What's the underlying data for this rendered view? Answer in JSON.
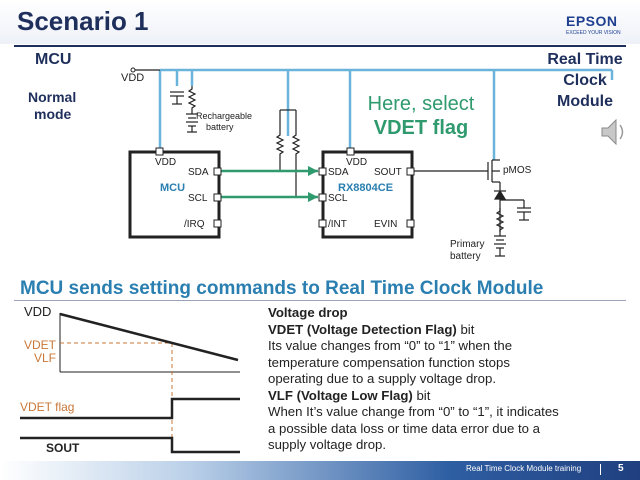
{
  "slide": {
    "title": "Scenario 1",
    "brand": "EPSON",
    "tagline": "EXCEED YOUR VISION"
  },
  "circuit": {
    "mcu_heading": "MCU",
    "mode_line1": "Normal",
    "mode_line2": "mode",
    "rtc_line1": "Real Time",
    "rtc_line2": "Clock",
    "rtc_line3": "Module",
    "vdd_supply": "VDD",
    "rechargeable_line1": "Rechargeable",
    "rechargeable_line2": "battery",
    "select_line1": "Here, select",
    "select_line2": "VDET flag",
    "mcu_chip": {
      "vdd": "VDD",
      "name": "MCU",
      "sda": "SDA",
      "scl": "SCL",
      "irq": "/IRQ"
    },
    "rtc_chip": {
      "vdd": "VDD",
      "name": "RX8804CE",
      "sda": "SDA",
      "scl": "SCL",
      "int": "/INT",
      "sout": "SOUT",
      "evin": "EVIN"
    },
    "pmos": "pMOS",
    "primary_line1": "Primary",
    "primary_line2": "battery"
  },
  "section": {
    "heading": "MCU sends setting commands to Real Time Clock Module"
  },
  "waveforms": {
    "vdd": "VDD",
    "vdet": "VDET",
    "vlf": "VLF",
    "vdet_flag": "VDET flag",
    "sout": "SOUT"
  },
  "description": {
    "voltage_drop": "Voltage drop",
    "vdet_heading": "VDET (Voltage Detection Flag)",
    "bit_word_1": " bit",
    "vdet_line1": "Its value changes from “0” to “1” when the",
    "vdet_line2": "temperature compensation function stops",
    "vdet_line3": "operating due to a supply voltage drop.",
    "vlf_heading": "VLF (Voltage Low Flag)",
    "bit_word_2": " bit",
    "vlf_line1": "When It’s value change from “0” to “1”, it indicates",
    "vlf_line2": "a possible data loss or time data error due to a",
    "vlf_line3": "supply voltage drop."
  },
  "footer": {
    "training": "Real Time Clock Module training",
    "page": "5"
  },
  "colors": {
    "wire_blue": "#6ab4dc",
    "flag_green": "#2f9a6e",
    "title_navy": "#1f2f5c",
    "section_blue": "#2a7fb0",
    "vdet_orange": "#c8783a"
  },
  "icons": [
    "speaker-icon"
  ]
}
